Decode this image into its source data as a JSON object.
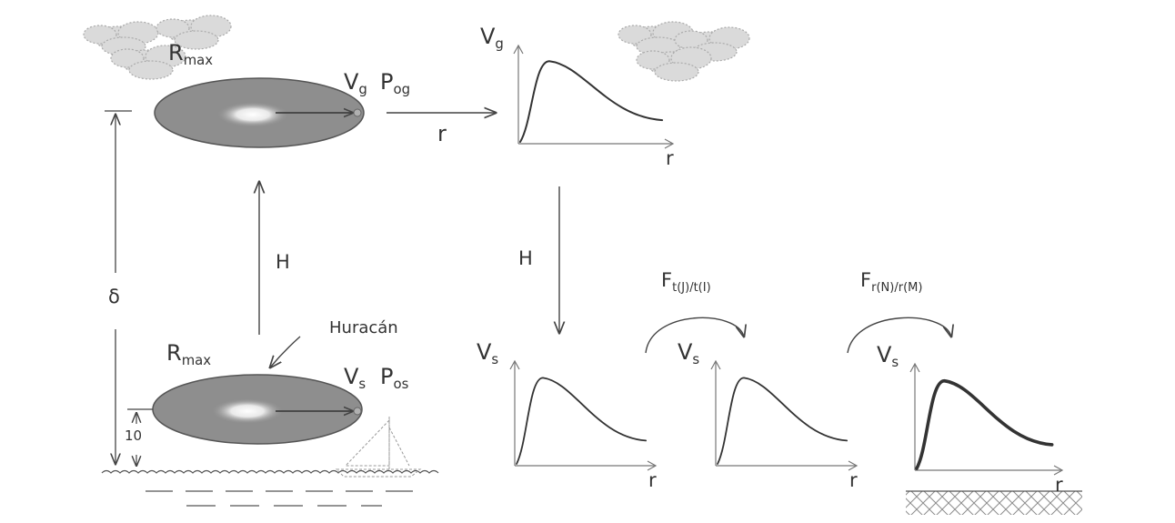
{
  "upper": {
    "rmax": "R",
    "rmax_sub": "max",
    "vg": "V",
    "vg_sub": "g",
    "pog": "P",
    "pog_sub": "og"
  },
  "lower": {
    "rmax": "R",
    "rmax_sub": "max",
    "vs": "V",
    "vs_sub": "s",
    "pos": "P",
    "pos_sub": "os"
  },
  "labels": {
    "r_arrow": "r",
    "h_left": "H",
    "h_right": "H",
    "delta": "δ",
    "ten": "10",
    "huracan": "Huracán"
  },
  "transforms": [
    {
      "main": "F",
      "sub": "t(J)/t(I)"
    },
    {
      "main": "F",
      "sub": "r(N)/r(M)"
    }
  ],
  "plots": [
    {
      "y_main": "V",
      "y_sub": "g",
      "x": "r"
    },
    {
      "y_main": "V",
      "y_sub": "s",
      "x": "r"
    },
    {
      "y_main": "V",
      "y_sub": "s",
      "x": "r"
    },
    {
      "y_main": "V",
      "y_sub": "s",
      "x": "r"
    }
  ]
}
